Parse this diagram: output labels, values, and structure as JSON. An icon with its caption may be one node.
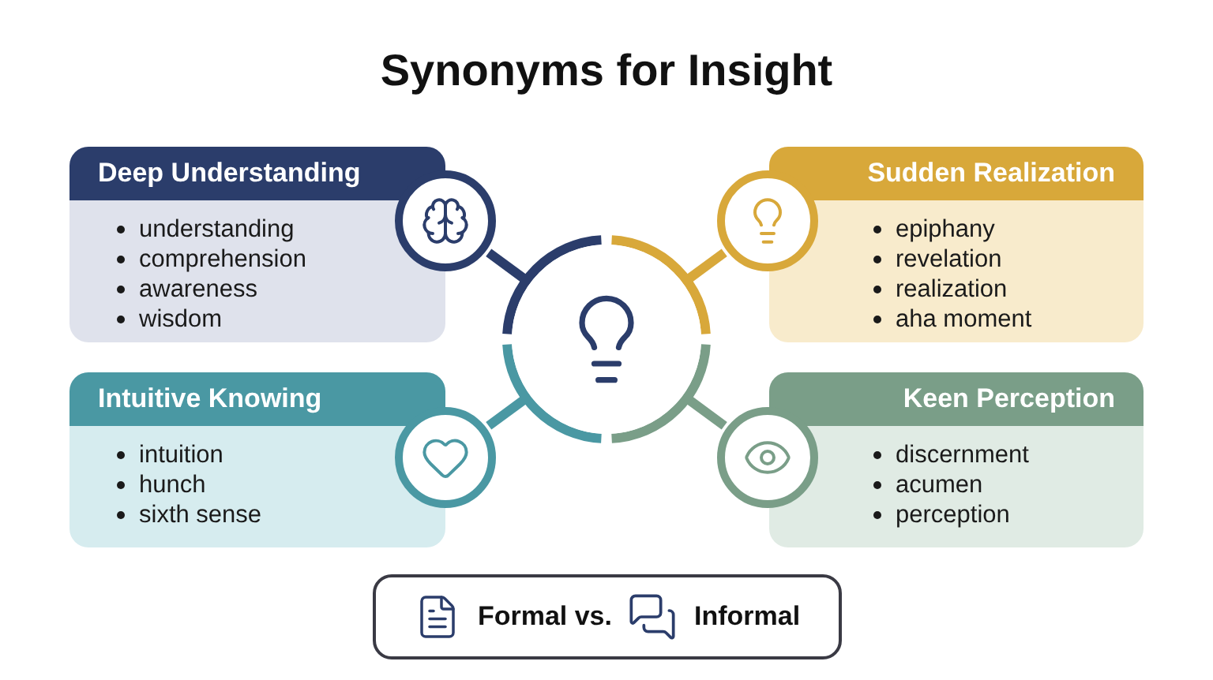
{
  "diagram": {
    "title": "Synonyms for Insight",
    "nodes": [
      {
        "text": [],
        "shape": "circle"
      },
      {
        "text": [
          "Deep Understanding",
          "understanding",
          "comprehension",
          "awareness",
          "wisdom"
        ]
      },
      {
        "text": [],
        "shape": "circle"
      },
      {
        "text": [
          "Sudden Realization",
          "epiphany",
          "revelation",
          "realization",
          "aha moment"
        ]
      },
      {
        "text": [],
        "shape": "circle"
      },
      {
        "text": [
          "Intuitive Knowing",
          "intuition",
          "hunch",
          "sixth sense"
        ]
      },
      {
        "text": [],
        "shape": "circle"
      },
      {
        "text": [
          "Keen Perception",
          "discernment",
          "acumen",
          "perception"
        ]
      },
      {
        "text": [],
        "shape": "circle"
      },
      {
        "text": [
          "Formal vs.",
          "Informal"
        ]
      }
    ],
    "edges": [
      {
        "from": 0,
        "to": 2,
        "arrow": "none",
        "color": "#2b3d6b"
      },
      {
        "from": 0,
        "to": 4,
        "arrow": "none",
        "color": "#d8a83a"
      },
      {
        "from": 0,
        "to": 6,
        "arrow": "none",
        "color": "#4a98a3"
      },
      {
        "from": 0,
        "to": 8,
        "arrow": "none",
        "color": "#7a9e88"
      }
    ]
  }
}
